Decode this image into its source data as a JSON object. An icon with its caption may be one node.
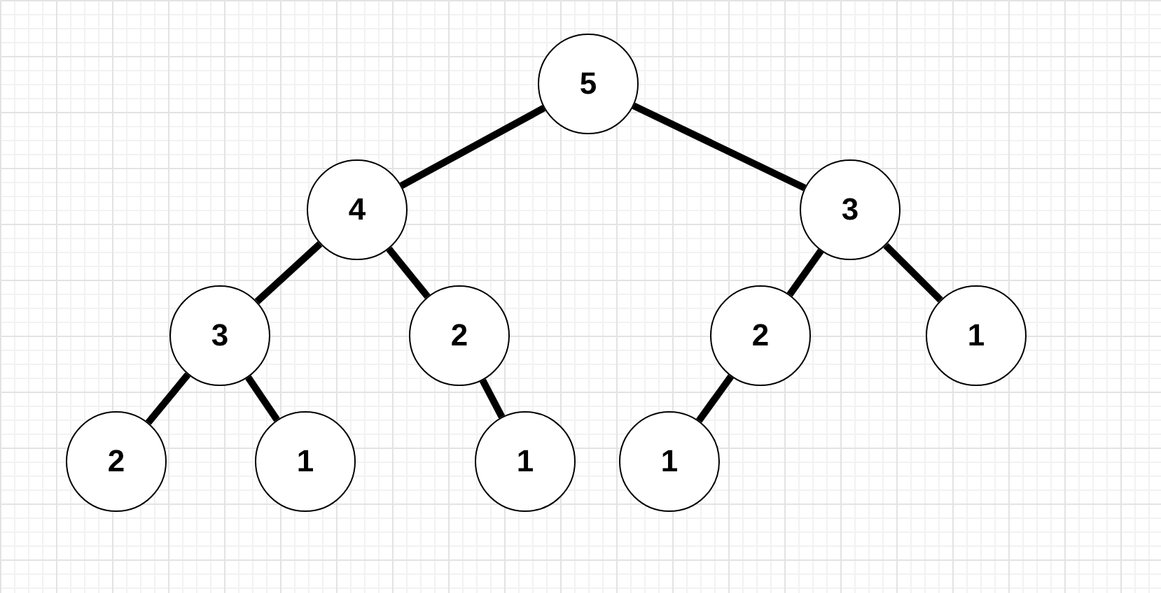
{
  "diagram": {
    "nodes": [
      {
        "text": [
          "5"
        ]
      },
      {
        "text": [
          "4"
        ]
      },
      {
        "text": [
          "3"
        ]
      },
      {
        "text": [
          "3"
        ]
      },
      {
        "text": [
          "2"
        ]
      },
      {
        "text": [
          "2"
        ]
      },
      {
        "text": [
          "1"
        ]
      },
      {
        "text": [
          "2"
        ]
      },
      {
        "text": [
          "1"
        ]
      },
      {
        "text": [
          "1"
        ]
      },
      {
        "text": [
          "1"
        ]
      }
    ],
    "edges": [
      {
        "from": 0,
        "to": 1,
        "arrow": "none"
      },
      {
        "from": 0,
        "to": 2,
        "arrow": "none"
      },
      {
        "from": 1,
        "to": 3,
        "arrow": "none"
      },
      {
        "from": 1,
        "to": 4,
        "arrow": "none"
      },
      {
        "from": 2,
        "to": 5,
        "arrow": "none"
      },
      {
        "from": 2,
        "to": 6,
        "arrow": "none"
      },
      {
        "from": 3,
        "to": 7,
        "arrow": "none"
      },
      {
        "from": 3,
        "to": 8,
        "arrow": "none"
      },
      {
        "from": 4,
        "to": 9,
        "arrow": "none"
      },
      {
        "from": 5,
        "to": 10,
        "arrow": "none"
      }
    ]
  }
}
